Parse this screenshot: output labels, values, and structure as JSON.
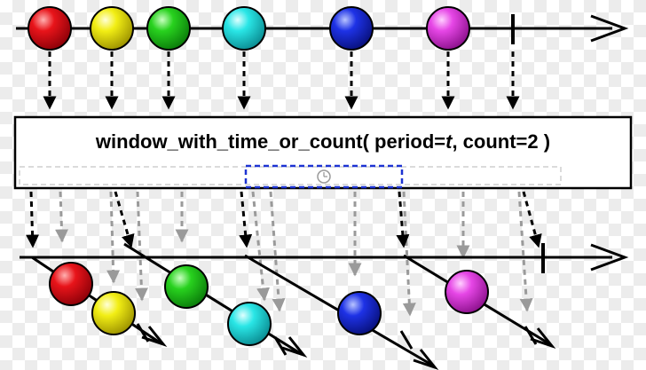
{
  "operator": {
    "name_prefix": "window_with_time_or_count( period=",
    "period_symbol": "t",
    "count_part": ", count=2 )"
  },
  "source_marbles": [
    {
      "color": "#e8141a"
    },
    {
      "color": "#f2ee14"
    },
    {
      "color": "#28d21e"
    },
    {
      "color": "#29e6e6"
    },
    {
      "color": "#1e32e6"
    },
    {
      "color": "#e646e6"
    }
  ],
  "windows": [
    {
      "marbles": [
        "#e8141a",
        "#f2ee14"
      ]
    },
    {
      "marbles": [
        "#28d21e",
        "#29e6e6"
      ]
    },
    {
      "marbles": [
        "#1e32e6"
      ]
    },
    {
      "marbles": [
        "#e646e6"
      ]
    }
  ],
  "icons": [
    "clock-icon"
  ]
}
